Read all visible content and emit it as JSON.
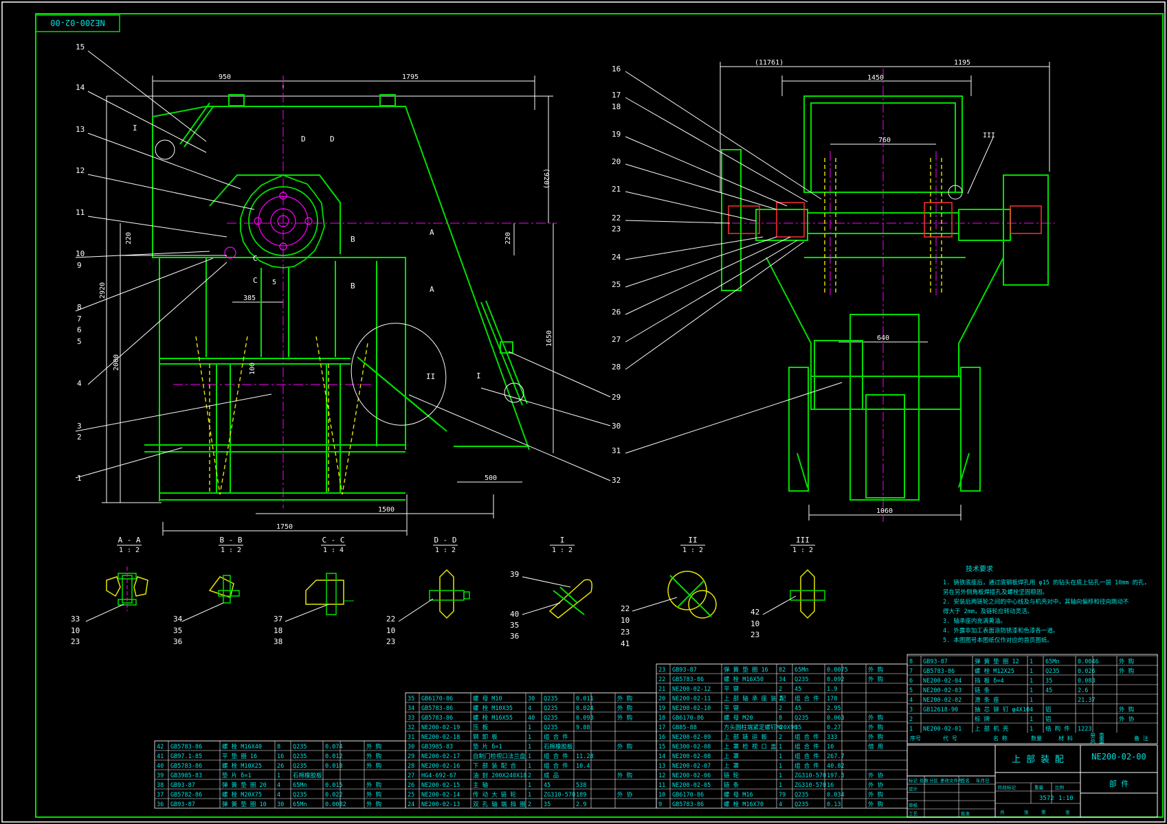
{
  "stamp": "NE200-02-00",
  "colors": {
    "green": "#00e000",
    "white": "#ffffff",
    "cyan": "#00e0e0",
    "magenta": "#ff00ff",
    "yellow": "#e8e800",
    "red": "#ff3030"
  },
  "front_view": {
    "dims": [
      "950",
      "1795",
      "(920)",
      "220",
      "220",
      "2920",
      "2000",
      "385",
      "5",
      "1650",
      "500",
      "1500",
      "1750",
      "100"
    ],
    "section_marks": [
      "A",
      "A",
      "B",
      "B",
      "C",
      "C",
      "D",
      "D"
    ],
    "detail_marks": [
      "I",
      "II",
      "I"
    ],
    "callouts_left": [
      "15",
      "14",
      "13",
      "12",
      "11",
      "10",
      "9",
      "8",
      "7",
      "6",
      "5",
      "4",
      "3",
      "2",
      "1"
    ],
    "callouts_right": [
      "29",
      "30",
      "32"
    ]
  },
  "side_view": {
    "dims": [
      "(11761)",
      "1195",
      "1450",
      "760",
      "640",
      "1060"
    ],
    "detail_marks": [
      "III"
    ],
    "callouts_left": [
      "16",
      "17",
      "18",
      "19",
      "20",
      "21",
      "22",
      "23",
      "24",
      "25",
      "26",
      "27",
      "28"
    ],
    "callouts_right": [
      "31"
    ]
  },
  "sections": [
    {
      "title": "A - A",
      "scale": "1 : 2",
      "callouts": [
        "33",
        "10",
        "23"
      ]
    },
    {
      "title": "B - B",
      "scale": "1 : 2",
      "callouts": [
        "34",
        "35",
        "36"
      ]
    },
    {
      "title": "C - C",
      "scale": "1 : 4",
      "callouts": [
        "37",
        "18",
        "38"
      ]
    },
    {
      "title": "D - D",
      "scale": "1 : 2",
      "callouts": [
        "22",
        "10",
        "23"
      ]
    },
    {
      "title": "I",
      "scale": "1 : 2",
      "callouts": [
        "39",
        "40",
        "35",
        "36"
      ]
    },
    {
      "title": "II",
      "scale": "1 : 2",
      "callouts": [
        "22",
        "10",
        "23",
        "41"
      ]
    },
    {
      "title": "III",
      "scale": "1 : 2",
      "callouts": [
        "42",
        "10",
        "23"
      ]
    }
  ],
  "tech_req": {
    "title": "技术要求",
    "lines": [
      "1. 铸铁底座后，通过底钢板焊孔用 φ15 的钻头在底上钻孔一层 10mm 的孔，",
      "   另在另外侧角板焊接孔及螺栓坚固稳固。",
      "2. 安装后两链轮之间的中心线及与机壳对中，其轴向偏移和径向跳动不",
      "   得大于 2mm，及链轮应转动灵活。",
      "3. 轴承座内充满黄油。",
      "4. 外露非加工表面涂防锈漆和色漆各一道。",
      "5. 本图图号本图纸仅作对应的首页图纸。"
    ]
  },
  "bom_left": [
    [
      "42",
      "GB5783-86",
      "螺 栓  M16X40",
      "8",
      "Q235",
      "0.074",
      "",
      "外 购"
    ],
    [
      "41",
      "GB97.1-85",
      "平 垫 圈  16",
      "16",
      "Q235",
      "0.012",
      "",
      "外 购"
    ],
    [
      "40",
      "GB5783-86",
      "螺 栓  M10X25",
      "26",
      "Q235",
      "0.018",
      "",
      "外 购"
    ],
    [
      "39",
      "GB3985-83",
      "垫 片  δ=1",
      "1",
      "石棉橡胶板",
      "",
      "",
      ""
    ],
    [
      "38",
      "GB93-87",
      "弹 簧 垫 圈  20",
      "4",
      "65Mn",
      "0.015",
      "",
      "外 购"
    ],
    [
      "37",
      "GB5782-86",
      "螺 栓  M20X75",
      "4",
      "Q235",
      "0.022",
      "",
      "外 购"
    ],
    [
      "36",
      "GB93-87",
      "弹 簧 垫 圈  10",
      "30",
      "65Mn",
      "0.0082",
      "",
      "外 购"
    ]
  ],
  "bom_mid": [
    [
      "35",
      "GB6170-86",
      "螺 母  M10",
      "30",
      "Q235",
      "0.011",
      "",
      "外 购"
    ],
    [
      "34",
      "GB5783-86",
      "螺 栓  M10X35",
      "4",
      "Q235",
      "0.024",
      "",
      "外 购"
    ],
    [
      "33",
      "GB5783-86",
      "螺 栓  M16X55",
      "40",
      "Q235",
      "0.093",
      "",
      "外 购"
    ],
    [
      "32",
      "NE200-02-19",
      "压 板",
      "1",
      "Q235",
      "9.88",
      "",
      ""
    ],
    [
      "31",
      "NE200-02-18",
      "钢 卸 板",
      "1",
      "组 合 件",
      "",
      "",
      ""
    ],
    [
      "30",
      "GB3985-83",
      "垫 片  δ=1",
      "1",
      "石棉橡胶板",
      "",
      "",
      "外 购"
    ],
    [
      "29",
      "NE200-02-17",
      "自制门检视口法兰盘",
      "1",
      "组 合 件",
      "11.28",
      "",
      ""
    ],
    [
      "28",
      "NE200-02-16",
      "下 部 装 配 合",
      "1",
      "组 合 件",
      "10.4",
      "",
      ""
    ],
    [
      "27",
      "HG4-692-67",
      "油 封  200X240X18",
      "2",
      "成 品",
      "",
      "",
      "外 购"
    ],
    [
      "26",
      "NE200-02-15",
      "主 轴",
      "1",
      "45",
      "538",
      "",
      ""
    ],
    [
      "25",
      "NE200-02-14",
      "传 动 大 链 轮",
      "1",
      "ZG310-570",
      "189",
      "",
      "外 协"
    ],
    [
      "24",
      "NE200-02-13",
      "双 孔 轴 端 挡 圈",
      "2",
      "35",
      "2.9",
      "",
      ""
    ]
  ],
  "bom_right": [
    [
      "23",
      "GB93-87",
      "弹 簧 垫 圈  16",
      "82",
      "65Mn",
      "0.0075",
      "",
      "外 购"
    ],
    [
      "22",
      "GB5783-86",
      "螺 栓  M16X50",
      "34",
      "Q235",
      "0.092",
      "",
      "外 购"
    ],
    [
      "21",
      "NE200-02-12",
      "平 键",
      "2",
      "45",
      "1.9",
      "",
      ""
    ],
    [
      "20",
      "NE200-02-11",
      "上 部 轴 承 座 装 配",
      "2",
      "组 合 件",
      "178",
      "",
      ""
    ],
    [
      "19",
      "NE200-02-10",
      "平 键",
      "2",
      "45",
      "2.95",
      "",
      ""
    ],
    [
      "18",
      "GB6170-86",
      "螺 母  M20",
      "8",
      "Q235",
      "0.063",
      "",
      "外 购"
    ],
    [
      "17",
      "GB85-88",
      "方头圆柱端紧定螺钉M20X90",
      "4",
      "35",
      "0.27",
      "",
      "外 购"
    ],
    [
      "16",
      "NE200-02-09",
      "上 部 链 运 板",
      "2",
      "组 合 件",
      "333",
      "",
      "外 购"
    ],
    [
      "15",
      "NE300-02-08",
      "上 罩 检 视 口 盖",
      "1",
      "组 合 件",
      "10",
      "",
      "借 用"
    ],
    [
      "14",
      "NE200-02-08",
      "上 罩",
      "1",
      "组 合 件",
      "267.7",
      "",
      ""
    ],
    [
      "13",
      "NE200-02-07",
      "上 罩",
      "1",
      "组 合 件",
      "40.82",
      "",
      ""
    ],
    [
      "12",
      "NE200-02-06",
      "链 轮",
      "1",
      "ZG310-570",
      "197.3",
      "",
      "外 协"
    ],
    [
      "11",
      "NE200-02-05",
      "链 条",
      "1",
      "ZG310-570",
      "16",
      "",
      "外 协"
    ],
    [
      "10",
      "GB6170-86",
      "螺 母  M16",
      "79",
      "Q235",
      "0.034",
      "",
      "外 购"
    ],
    [
      "9",
      "GB5783-86",
      "螺 栓  M16X70",
      "4",
      "Q235",
      "0.13",
      "",
      "外 购"
    ]
  ],
  "bom_far": [
    [
      "8",
      "GB93-87",
      "弹 簧 垫 圈  12",
      "1",
      "65Mn",
      "0.0046",
      "",
      "外 购"
    ],
    [
      "7",
      "GB5783-86",
      "螺 栓  M12X25",
      "1",
      "Q235",
      "0.026",
      "",
      "外 购"
    ],
    [
      "6",
      "NE200-02-04",
      "挡 板  δ=4",
      "1",
      "35",
      "0.083",
      "",
      ""
    ],
    [
      "5",
      "NE200-02-03",
      "链 条",
      "1",
      "45",
      "2.6",
      "",
      ""
    ],
    [
      "4",
      "NE200-02-02",
      "滑 条 座",
      "1",
      "",
      "21.37",
      "",
      ""
    ],
    [
      "3",
      "GB12618-90",
      "抽 芯 铆 钉  φ4X10",
      "4",
      "铝",
      "",
      "",
      "外 购"
    ],
    [
      "2",
      "",
      "标 牌",
      "1",
      "铝",
      "",
      "",
      "外 协"
    ],
    [
      "1",
      "NE200-02-01",
      "上 部 机 壳",
      "1",
      "结 构 件",
      "1223",
      "",
      ""
    ]
  ],
  "bom_header": [
    "序号",
    "代   号",
    "名        称",
    "数量",
    "材    料",
    "单 重",
    "总 重",
    "备  注"
  ],
  "title_block": {
    "name": "上 部 装 配",
    "drawing_no": "NE200-02-00",
    "type": "部 件",
    "weight": "3572",
    "scale": "1:10",
    "left_labels": [
      "标记",
      "处数",
      "分区",
      "更改文件号",
      "签名",
      "年月日"
    ],
    "role_labels": [
      "设计",
      "",
      "审核",
      "工艺",
      "",
      "批准"
    ],
    "right_labels": [
      "阶段标记",
      "重量",
      "比例"
    ],
    "sheet": [
      "共",
      "张",
      "第",
      "张"
    ]
  }
}
